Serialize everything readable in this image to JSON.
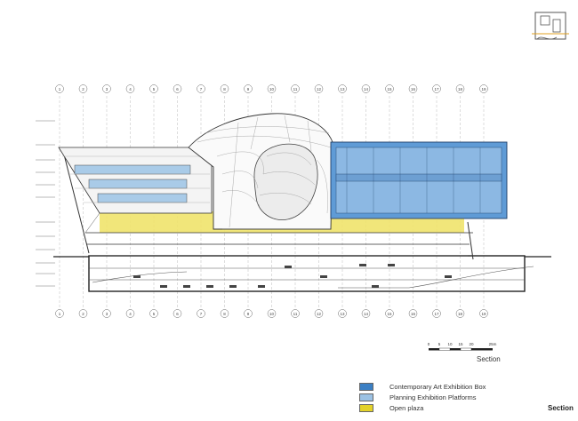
{
  "grid_labels": [
    "1",
    "2",
    "3",
    "4",
    "5",
    "6",
    "7",
    "8",
    "9",
    "10",
    "11",
    "12",
    "13",
    "14",
    "15",
    "16",
    "17",
    "18",
    "19"
  ],
  "scale_bar": {
    "ticks": [
      "0",
      "5",
      "10",
      "15",
      "20",
      "25m"
    ],
    "caption": "Section"
  },
  "legend": [
    {
      "label": "Contemporary Art Exhibition Box",
      "color": "#3b7fc4"
    },
    {
      "label": "Planning Exhibition Platforms",
      "color": "#9cc2e4"
    },
    {
      "label": "Open plaza",
      "color": "#e3d22a"
    }
  ],
  "section_tag": "Section",
  "colors": {
    "line": "#333333",
    "hatch": "#999999",
    "ground": "#222222"
  }
}
